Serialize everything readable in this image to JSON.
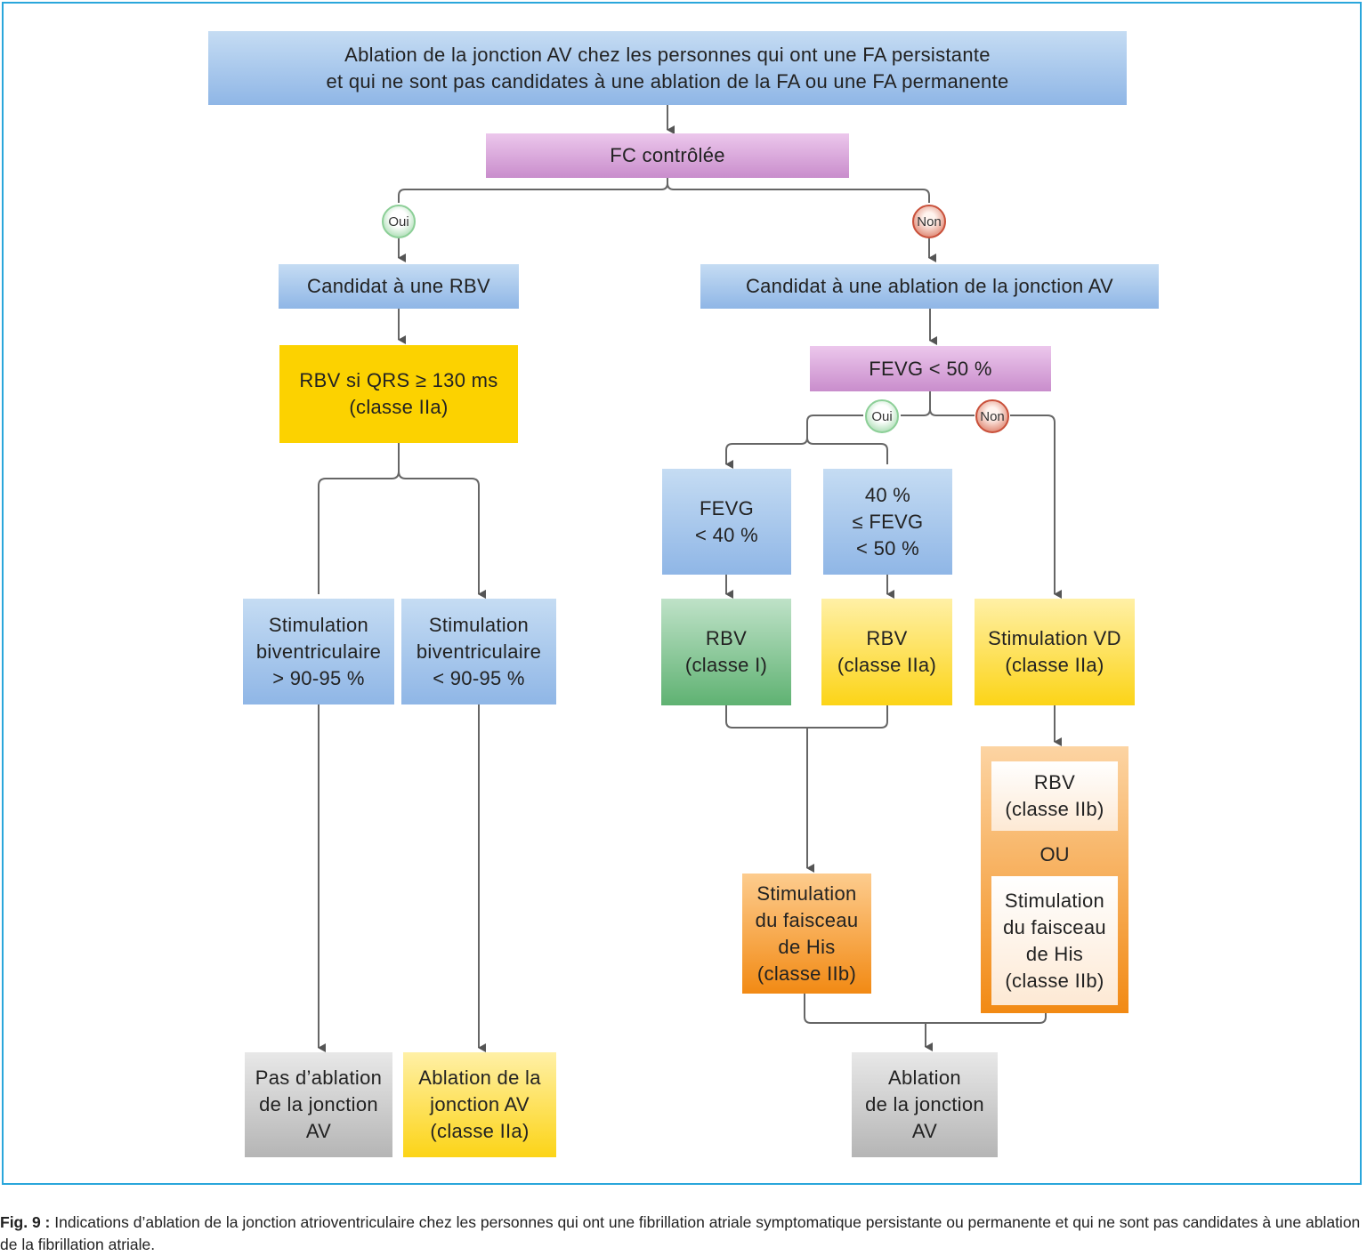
{
  "nodes": {
    "top": "Ablation de la jonction AV chez les personnes qui ont une FA persistante\net qui ne sont pas candidates à une ablation de la FA ou une FA permanente",
    "fc": "FC contrôlée",
    "rbv_candidate": "Candidat à une RBV",
    "av_candidate": "Candidat à une ablation de la jonction AV",
    "rbv_qrs": "RBV si QRS ≥ 130 ms\n(classe IIa)",
    "fevg50": "FEVG < 50 %",
    "fevg40": "FEVG\n< 40 %",
    "fevg40_50": "40 %\n≤ FEVG\n< 50 %",
    "stim_gt": "Stimulation\nbiventriculaire\n> 90-95 %",
    "stim_lt": "Stimulation\nbiventriculaire\n< 90-95 %",
    "rbv_class1": "RBV\n(classe I)",
    "rbv_class2a": "RBV\n(classe IIa)",
    "stim_vd": "Stimulation VD\n(classe IIa)",
    "rbv_class2b": "RBV\n(classe IIb)",
    "ou": "OU",
    "his_right": "Stimulation\ndu faisceau\nde His\n(classe IIb)",
    "his_mid": "Stimulation\ndu faisceau\nde His\n(classe IIb)",
    "no_ablation": "Pas d’ablation\nde la jonction\nAV",
    "ablation_2a": "Ablation de la\njonction AV\n(classe IIa)",
    "ablation_av": "Ablation\nde la jonction\nAV"
  },
  "badges": {
    "yes1": "Oui",
    "no1": "Non",
    "yes2": "Oui",
    "no2": "Non"
  },
  "caption": {
    "label": "Fig. 9 :",
    "text": " Indications d’ablation de la jonction atrioventriculaire chez les personnes qui ont une fibrillation atriale symptomatique persistante ou permanente et qui ne sont pas candidates à une ablation de la fibrillation atriale."
  }
}
